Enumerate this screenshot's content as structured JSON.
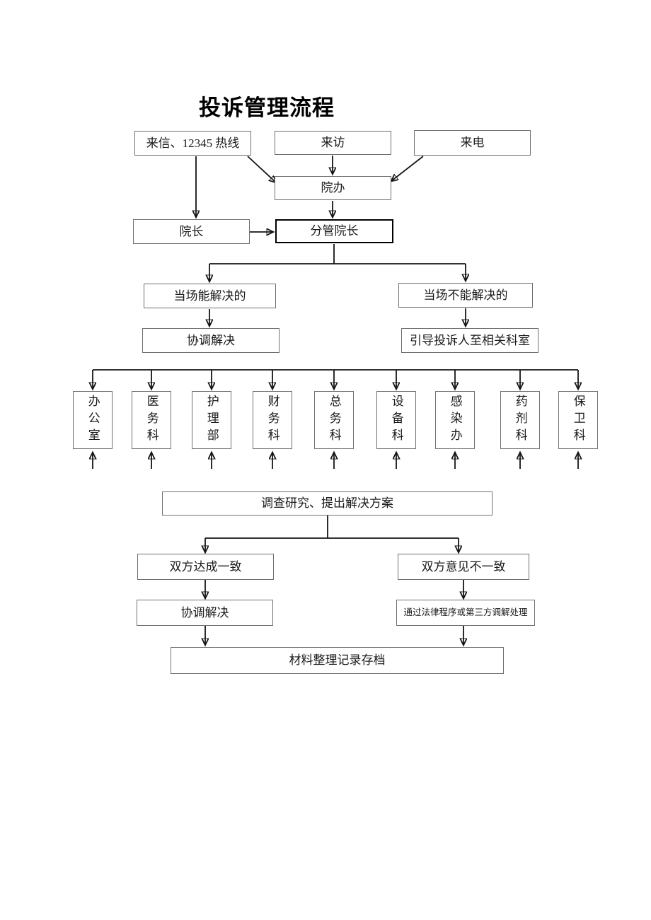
{
  "diagram": {
    "title": "投诉管理流程",
    "colors": {
      "background": "#ffffff",
      "box_border": "#6f6f6f",
      "emphasis_border": "#000000",
      "line": "#151515",
      "text": "#1a1a1a"
    },
    "nodes": {
      "source_letter": "来信、12345 热线",
      "source_visit": "来访",
      "source_call": "来电",
      "hospital_office": "院办",
      "president": "院长",
      "vice_president": "分管院长",
      "resolvable_on_spot": "当场能解决的",
      "not_resolvable_on_spot": "当场不能解决的",
      "coordinate_resolve_1": "协调解决",
      "guide_to_department": "引导投诉人至相关科室",
      "departments": [
        "办公室",
        "医务科",
        "护理部",
        "财务科",
        "总务科",
        "设备科",
        "感染办",
        "药剂科",
        "保卫科"
      ],
      "investigate": "调查研究、提出解决方案",
      "parties_agree": "双方达成一致",
      "parties_disagree": "双方意见不一致",
      "coordinate_resolve_2": "协调解决",
      "legal_or_mediation": "通过法律程序或第三方调解处理",
      "archive": "材料整理记录存档"
    }
  }
}
